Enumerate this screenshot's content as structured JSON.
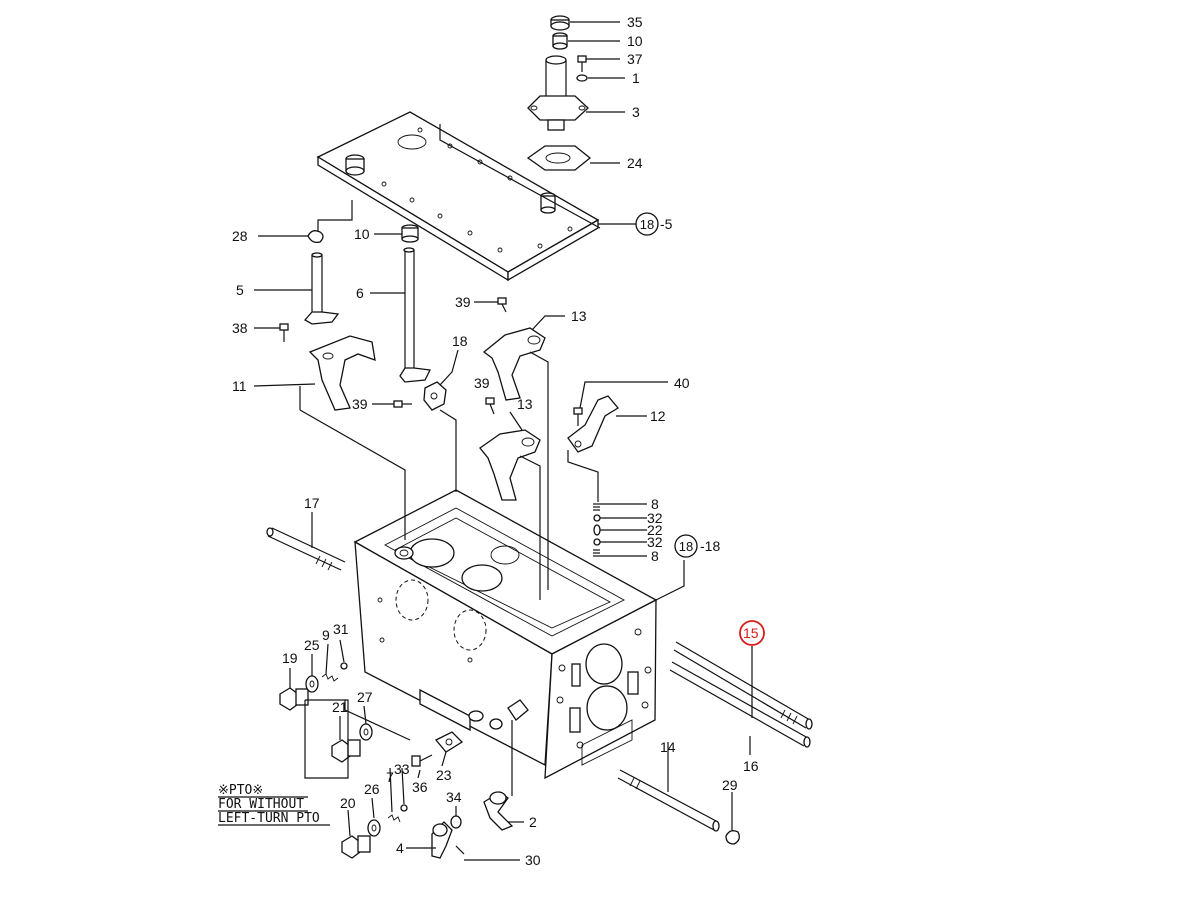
{
  "callouts": [
    {
      "id": "c35",
      "text": "35"
    },
    {
      "id": "c10a",
      "text": "10"
    },
    {
      "id": "c37",
      "text": "37"
    },
    {
      "id": "c1",
      "text": "1"
    },
    {
      "id": "c3",
      "text": "3"
    },
    {
      "id": "c24",
      "text": "24"
    },
    {
      "id": "c5r",
      "text": "-5"
    },
    {
      "id": "c28",
      "text": "28"
    },
    {
      "id": "c10b",
      "text": "10"
    },
    {
      "id": "c5",
      "text": "5"
    },
    {
      "id": "c6",
      "text": "6"
    },
    {
      "id": "c39a",
      "text": "39"
    },
    {
      "id": "c13a",
      "text": "13"
    },
    {
      "id": "c38",
      "text": "38"
    },
    {
      "id": "c18",
      "text": "18"
    },
    {
      "id": "c11",
      "text": "11"
    },
    {
      "id": "c39b",
      "text": "39"
    },
    {
      "id": "c39c",
      "text": "39"
    },
    {
      "id": "c13b",
      "text": "13"
    },
    {
      "id": "c40",
      "text": "40"
    },
    {
      "id": "c12",
      "text": "12"
    },
    {
      "id": "c17",
      "text": "17"
    },
    {
      "id": "c8a",
      "text": "8"
    },
    {
      "id": "c32a",
      "text": "32"
    },
    {
      "id": "c22",
      "text": "22"
    },
    {
      "id": "c32b",
      "text": "32"
    },
    {
      "id": "c8b",
      "text": "8"
    },
    {
      "id": "c18r",
      "text": "-18"
    },
    {
      "id": "c15",
      "text": "15"
    },
    {
      "id": "c16",
      "text": "16"
    },
    {
      "id": "c19",
      "text": "19"
    },
    {
      "id": "c25",
      "text": "25"
    },
    {
      "id": "c9",
      "text": "9"
    },
    {
      "id": "c31",
      "text": "31"
    },
    {
      "id": "c21",
      "text": "21"
    },
    {
      "id": "c27",
      "text": "27"
    },
    {
      "id": "c14",
      "text": "14"
    },
    {
      "id": "c29",
      "text": "29"
    },
    {
      "id": "c7",
      "text": "7"
    },
    {
      "id": "c33",
      "text": "33"
    },
    {
      "id": "c36",
      "text": "36"
    },
    {
      "id": "c23",
      "text": "23"
    },
    {
      "id": "c20",
      "text": "20"
    },
    {
      "id": "c26",
      "text": "26"
    },
    {
      "id": "c34",
      "text": "34"
    },
    {
      "id": "c2",
      "text": "2"
    },
    {
      "id": "c4",
      "text": "4"
    },
    {
      "id": "c30",
      "text": "30"
    }
  ],
  "circled": [
    {
      "id": "k18a",
      "text": "18"
    },
    {
      "id": "k18b",
      "text": "18"
    }
  ],
  "highlight": {
    "text": "15",
    "color": "#d81b1b"
  },
  "note": {
    "line1": "※PTO※",
    "line2": "FOR WITHOUT",
    "line3": "LEFT-TURN PTO"
  }
}
